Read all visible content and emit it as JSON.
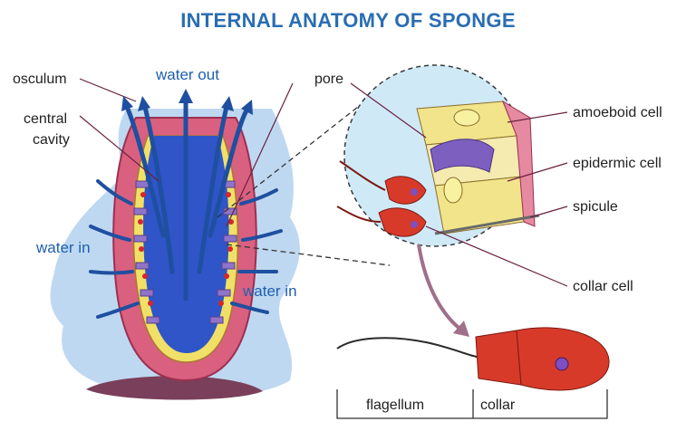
{
  "title": "INTERNAL ANATOMY OF SPONGE",
  "labels": {
    "osculum": "osculum",
    "central_cavity_1": "central",
    "central_cavity_2": "cavity",
    "water_out": "water out",
    "water_in_left": "water in",
    "water_in_right": "water in",
    "pore": "pore",
    "amoeboid_cell": "amoeboid cell",
    "epidermic_cell": "epidermic cell",
    "spicule": "spicule",
    "collar_cell": "collar cell",
    "flagellum": "flagellum",
    "collar": "collar"
  },
  "colors": {
    "title": "#2a6db3",
    "water_arrows": "#1f4fa0",
    "sponge_wall": "#d9607f",
    "cavity": "#2f55c8",
    "collar_cell_red": "#d83a2a",
    "magnifier_bg": "#cfe9f7"
  }
}
